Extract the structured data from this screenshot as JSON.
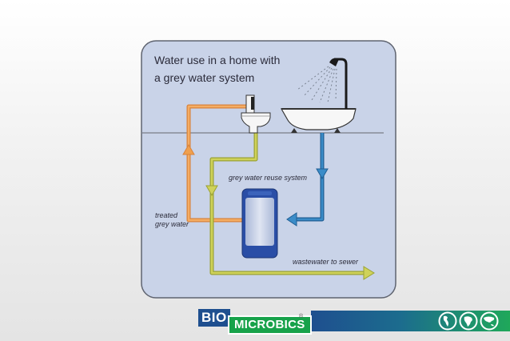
{
  "diagram": {
    "title_line1": "Water use in a home with",
    "title_line2": "a grey water system",
    "label_reuse_system": "grey water reuse system",
    "label_treated_line1": "treated",
    "label_treated_line2": "grey water",
    "label_wastewater": "wastewater to sewer"
  },
  "footer": {
    "logo_part1": "BIO",
    "logo_part2": "MICROBICS",
    "logo_mark": "®",
    "globe_icons": [
      "globe-americas-icon",
      "globe-africa-icon",
      "globe-asia-icon"
    ]
  },
  "colors": {
    "panel_fill": "#c9d3e8",
    "panel_border": "#5f6470",
    "orange_pipe": "#f0a04e",
    "olive_pipe": "#b8c040",
    "blue_pipe": "#2e7ab6",
    "tank_blue": "#2a4ea6",
    "brand_blue": "#1e4f8f",
    "brand_green": "#17a24a"
  }
}
